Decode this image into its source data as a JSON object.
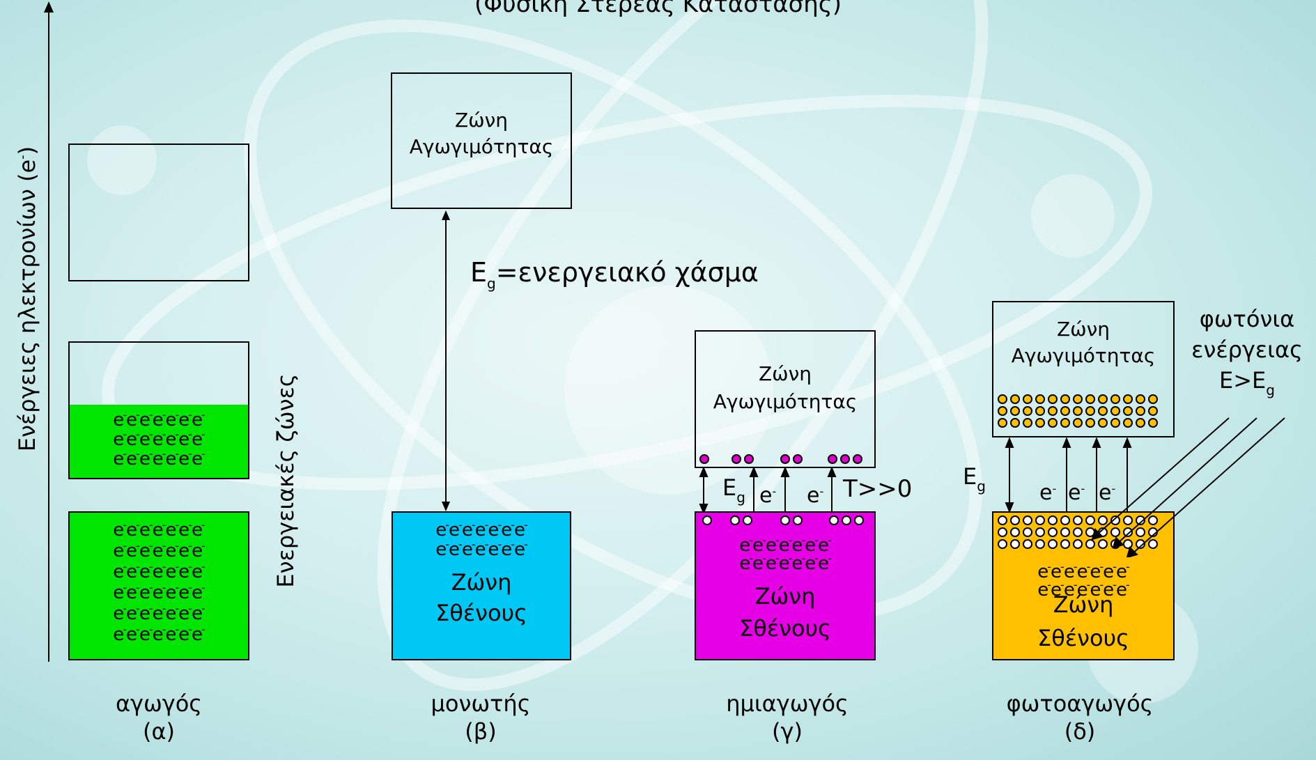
{
  "title": "(Φυσική Στερεάς Κατάστασης)",
  "axis_label": "Ενέργειες ηλεκτρονίων",
  "axis_label_unit": "(e",
  "axis_label_unit_sup": "-",
  "axis_label_unit_close": ")",
  "bands_label": "Ενεργειακές ζώνες",
  "electron_row": "e-e-e-e-e-e-e-",
  "electron": "e",
  "electron_sup": "-",
  "conduction_band_line1": "Ζώνη",
  "conduction_band_line2": "Αγωγιμότητας",
  "valence_band_line1": "Ζώνη",
  "valence_band_line2": "Σθένους",
  "gap_symbol": "E",
  "gap_sub": "g",
  "gap_text": "=ενεργειακό χάσμα",
  "temperature": "T>>0",
  "photon_line1": "φωτόνια",
  "photon_line2": "ενέργειας",
  "photon_line3_prefix": "E>E",
  "photon_line3_sub": "g",
  "captions": [
    {
      "name": "αγωγός",
      "letter": "(α)"
    },
    {
      "name": "μονωτής",
      "letter": "(β)"
    },
    {
      "name": "ημιαγωγός",
      "letter": "(γ)"
    },
    {
      "name": "φωτοαγωγός",
      "letter": "(δ)"
    }
  ],
  "colors": {
    "conductor": "#00e600",
    "insulator": "#00c8f5",
    "semiconductor": "#e600e6",
    "photoconductor": "#ffc000"
  }
}
